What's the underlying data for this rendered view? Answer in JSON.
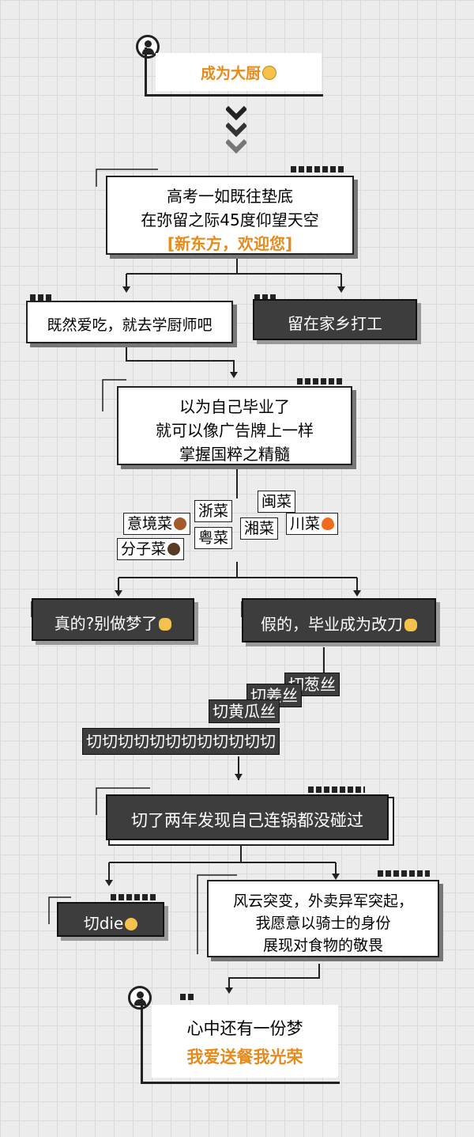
{
  "start": {
    "title": "成为大厨"
  },
  "step1": {
    "line1": "高考一如既往垫底",
    "line2": "在弥留之际45度仰望天空",
    "line3": "[新东方，欢迎您]"
  },
  "branch1": {
    "left": "既然爱吃，就去学厨师吧",
    "right": "留在家乡打工"
  },
  "step2": {
    "line1": "以为自己毕业了",
    "line2": "就可以像广告牌上一样",
    "line3": "掌握国粹之精髓"
  },
  "cuisines": {
    "zhe": "浙菜",
    "min": "闽菜",
    "yijing": "意境菜",
    "xiang": "湘菜",
    "chuan": "川菜",
    "yue": "粤菜",
    "fenzi": "分子菜"
  },
  "branch2": {
    "left": "真的?别做梦了",
    "right": "假的，毕业成为改刀"
  },
  "cuts": {
    "c1": "切葱丝",
    "c2": "切姜丝",
    "c3": "切黄瓜丝",
    "c4": "切切切切切切切切切切切切"
  },
  "step3": {
    "text": "切了两年发现自己连锅都没碰过"
  },
  "branch3": {
    "left": "切die",
    "right1": "风云突变，外卖异军突起，",
    "right2": "我愿意以骑士的身份",
    "right3": "展现对食物的敬畏"
  },
  "end": {
    "line1": "心中还有一份梦",
    "line2": "我爱送餐我光荣"
  },
  "colors": {
    "accent": "#e88a1a",
    "dark": "#3d3d3d",
    "line": "#222222"
  }
}
